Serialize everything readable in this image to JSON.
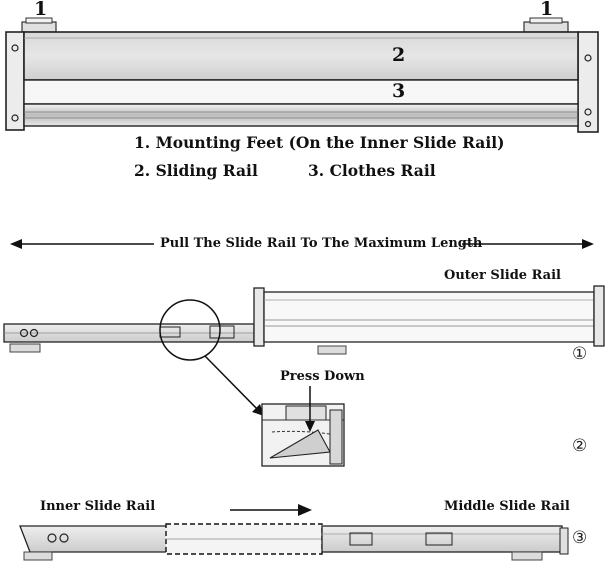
{
  "figure1": {
    "callouts": [
      "1",
      "1",
      "2",
      "3"
    ],
    "legend": {
      "line1": "1. Mounting Feet (On the Inner Slide Rail)",
      "item2": "2. Sliding Rail",
      "item3": "3. Clothes Rail"
    }
  },
  "figure2": {
    "instruction": "Pull The Slide Rail To The Maximum Length",
    "outer_label": "Outer Slide Rail",
    "press_label": "Press Down",
    "inner_label": "Inner Slide Rail",
    "middle_label": "Middle Slide Rail",
    "step_markers": [
      "①",
      "②",
      "③"
    ]
  }
}
